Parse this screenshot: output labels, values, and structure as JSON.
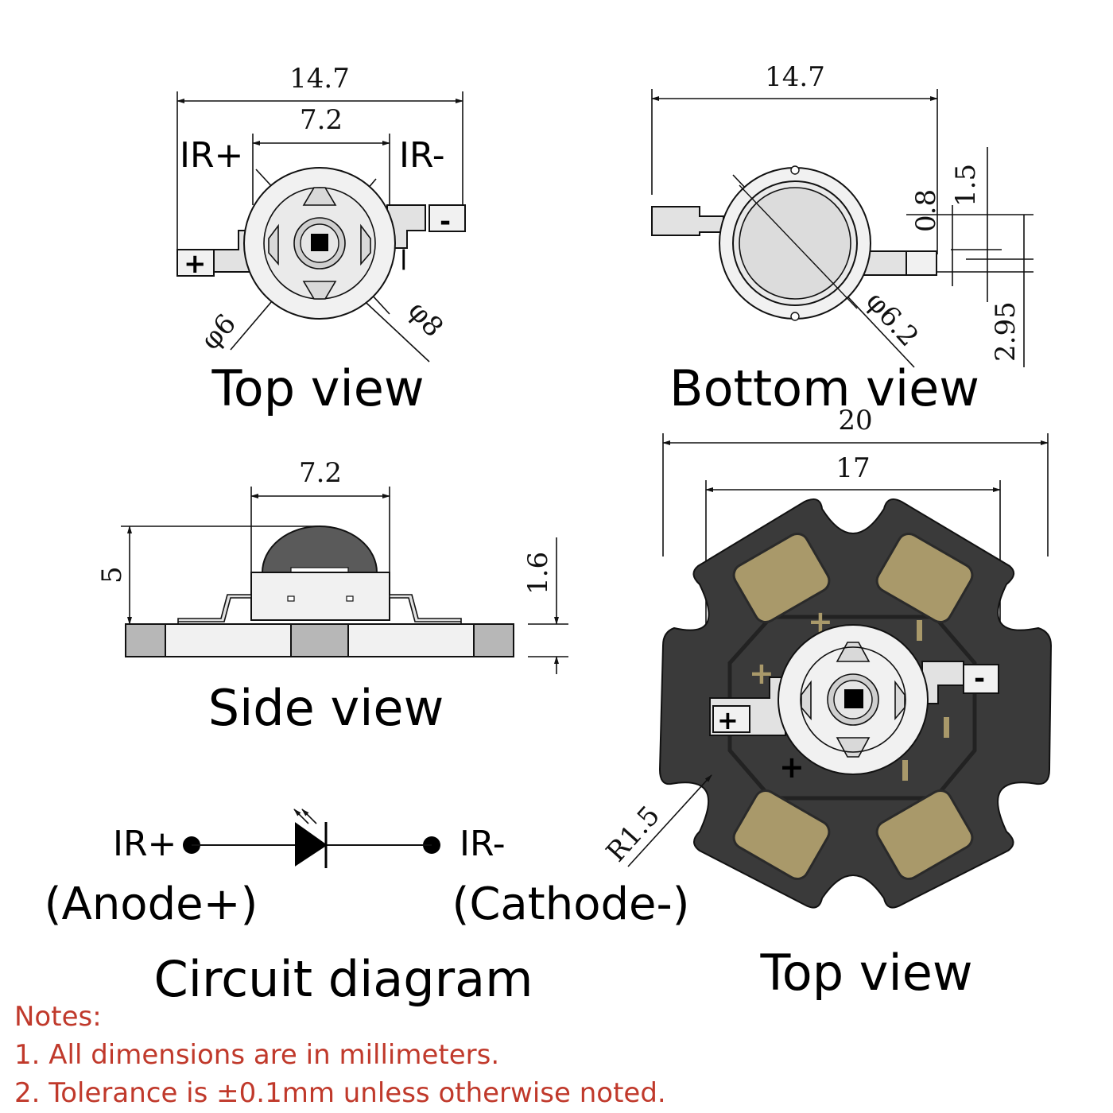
{
  "colors": {
    "line": "#111111",
    "body_fill": "#f1f1f1",
    "lead_fill": "#e2e2e2",
    "mid_gray": "#b7b7b7",
    "dome_dark": "#5a5a5a",
    "pcb": "#3a3a3a",
    "pad_gold": "#a9996a",
    "note_red": "#c0392b"
  },
  "top_view_1": {
    "title": "Top view",
    "dim_width_total": "14.7",
    "dim_width_lens": "7.2",
    "label_ir_plus": "IR+",
    "label_ir_minus": "IR-",
    "plus_sign": "+",
    "minus_sign": "-",
    "minus_bar": "|",
    "dim_dia_inner": "φ6",
    "dim_dia_outer": "φ8"
  },
  "bottom_view": {
    "title": "Bottom view",
    "dim_width_total": "14.7",
    "dim_lead_thick": "0.8",
    "dim_lead_width": "1.5",
    "dim_lead_offset": "2.95",
    "dim_dia": "φ6.2"
  },
  "side_view": {
    "title": "Side view",
    "dim_lens_width": "7.2",
    "dim_height": "5",
    "dim_base": "1.6"
  },
  "star_top_view": {
    "title": "Top view",
    "dim_outer": "20",
    "dim_inner": "17",
    "dim_radius": "R1.5",
    "plus_sign": "+",
    "minus_sign": "-"
  },
  "circuit": {
    "title": "Circuit diagram",
    "left_terminal": "IR+",
    "right_terminal": "IR-",
    "anode_label": "(Anode+)",
    "cathode_label": "(Cathode-)"
  },
  "notes": {
    "heading": "Notes:",
    "line1": "1. All dimensions are in millimeters.",
    "line2": "2. Tolerance is ±0.1mm unless otherwise noted."
  }
}
